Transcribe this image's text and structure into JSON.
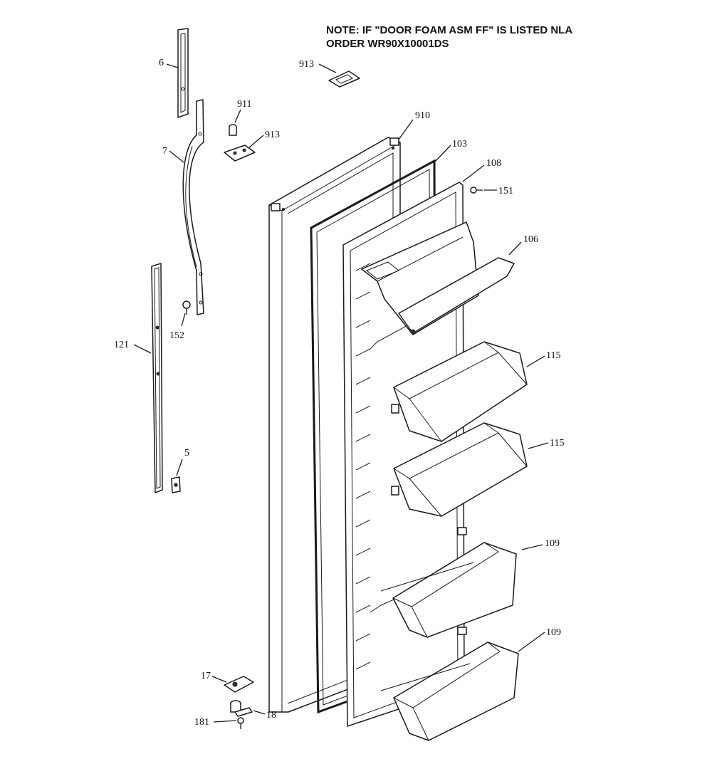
{
  "note": {
    "line1": "NOTE: IF \"DOOR FOAM ASM FF\" IS LISTED NLA",
    "line2": "ORDER WR90X10001DS"
  },
  "callouts": {
    "c6": "6",
    "c7": "7",
    "c5": "5",
    "c121": "121",
    "c152": "152",
    "c911": "911",
    "c913a": "913",
    "c913b": "913",
    "c910": "910",
    "c103": "103",
    "c108": "108",
    "c151": "151",
    "c106": "106",
    "c115a": "115",
    "c115b": "115",
    "c109a": "109",
    "c109b": "109",
    "c17": "17",
    "c18": "18",
    "c181": "181"
  }
}
